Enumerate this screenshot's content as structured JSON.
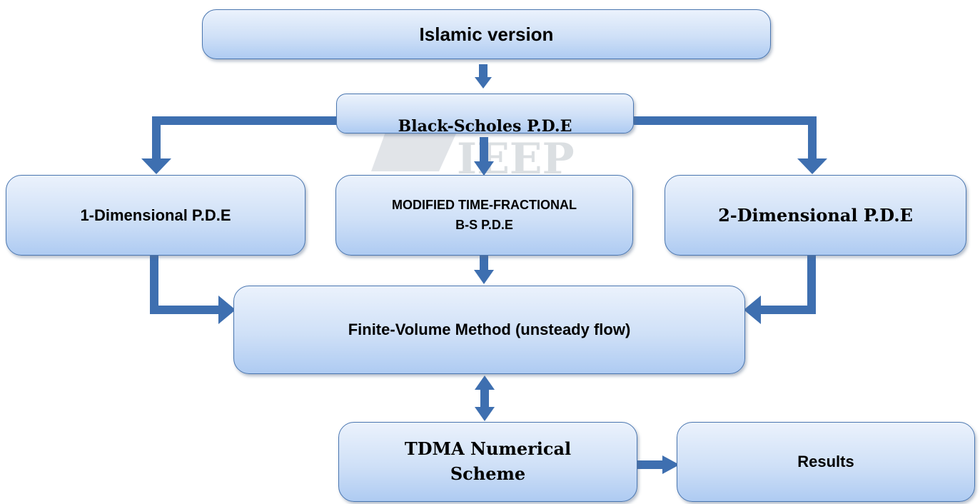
{
  "nodes": {
    "islamic": "Islamic version",
    "black_scholes": "Black-Scholes P.D.E",
    "one_dim": "1-Dimensional P.D.E",
    "modified_line1": "MODIFIED TIME-FRACTIONAL",
    "modified_line2": "B-S P.D.E",
    "two_dim": "2-Dimensional P.D.E",
    "finite_volume": "Finite-Volume Method (unsteady flow)",
    "tdma_line1": "TDMA Numerical",
    "tdma_line2": "Scheme",
    "results": "Results"
  },
  "watermark": "IEEP",
  "colors": {
    "arrow": "#3e6fb0",
    "border": "#4a76b0",
    "fill_top": "#ebf2fc",
    "fill_bottom": "#aecbf2"
  }
}
